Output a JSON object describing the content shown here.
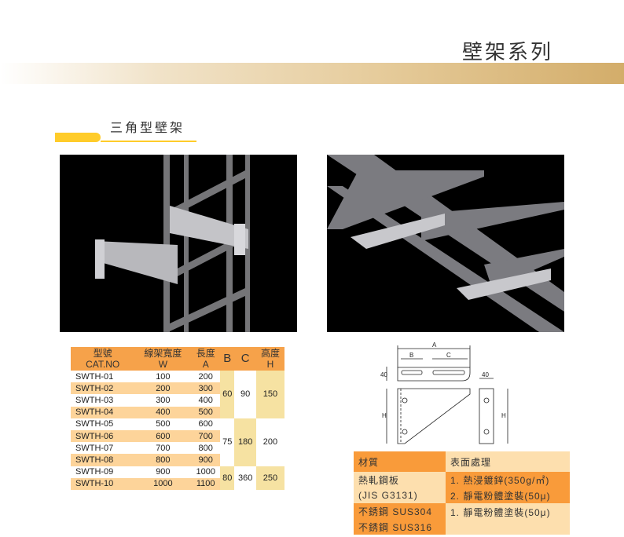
{
  "header": {
    "title": "壁架系列",
    "subtitle": "三角型壁架"
  },
  "spec_table": {
    "headers": [
      {
        "zh": "型號",
        "en": "CAT.NO"
      },
      {
        "zh": "線架寬度",
        "en": "W"
      },
      {
        "zh": "長度",
        "en": "A"
      },
      {
        "zh": "",
        "en": "B"
      },
      {
        "zh": "",
        "en": "C"
      },
      {
        "zh": "高度",
        "en": "H"
      }
    ],
    "rows": [
      [
        "SWTH-01",
        "100",
        "200"
      ],
      [
        "SWTH-02",
        "200",
        "300"
      ],
      [
        "SWTH-03",
        "300",
        "400"
      ],
      [
        "SWTH-04",
        "400",
        "500"
      ],
      [
        "SWTH-05",
        "500",
        "600"
      ],
      [
        "SWTH-06",
        "600",
        "700"
      ],
      [
        "SWTH-07",
        "700",
        "800"
      ],
      [
        "SWTH-08",
        "800",
        "900"
      ],
      [
        "SWTH-09",
        "900",
        "1000"
      ],
      [
        "SWTH-10",
        "1000",
        "1100"
      ]
    ],
    "groups": [
      {
        "B": "60",
        "C": "90",
        "H": "150"
      },
      {
        "B": "75",
        "C": "180",
        "H": "200"
      },
      {
        "B": "80",
        "C": "360",
        "H": "250"
      }
    ]
  },
  "drawing": {
    "labels": {
      "A": "A",
      "B": "B",
      "C": "C",
      "H": "H",
      "h2": "H",
      "d40a": "40",
      "d40b": "40"
    }
  },
  "material_table": {
    "headers": [
      "材質",
      "表面處理"
    ],
    "rows": [
      {
        "material": [
          "熱軋鋼板",
          "(JIS G3131)"
        ],
        "finish": [
          "1. 熱浸鍍鋅(350g/㎡)",
          "2. 靜電粉體塗裝(50μ)"
        ]
      },
      {
        "material": [
          "不銹鋼 SUS304",
          "不銹鋼 SUS316"
        ],
        "finish": [
          "1. 靜電粉體塗裝(50μ)"
        ]
      }
    ]
  }
}
